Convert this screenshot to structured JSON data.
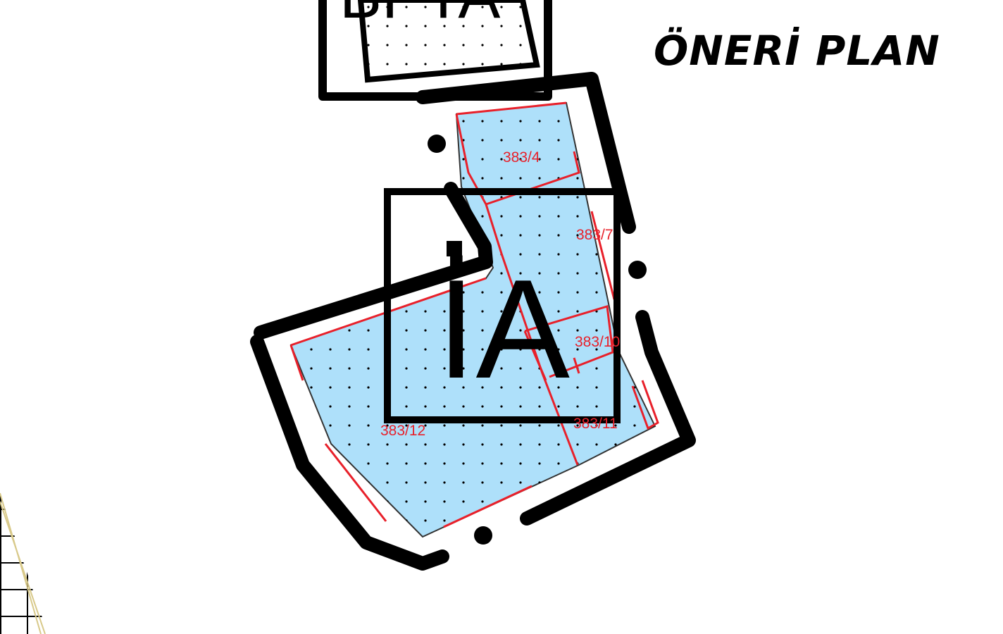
{
  "title": "ÖNERİ PLAN",
  "zones": {
    "top_zone_label": "BPTA",
    "main_zone_label": "İA"
  },
  "parcels": [
    "383/4",
    "383/7",
    "383/10",
    "383/11",
    "383/12"
  ],
  "colors": {
    "fill": "#aee0fa",
    "parcel_line": "#e8202a",
    "boundary": "#000000"
  }
}
